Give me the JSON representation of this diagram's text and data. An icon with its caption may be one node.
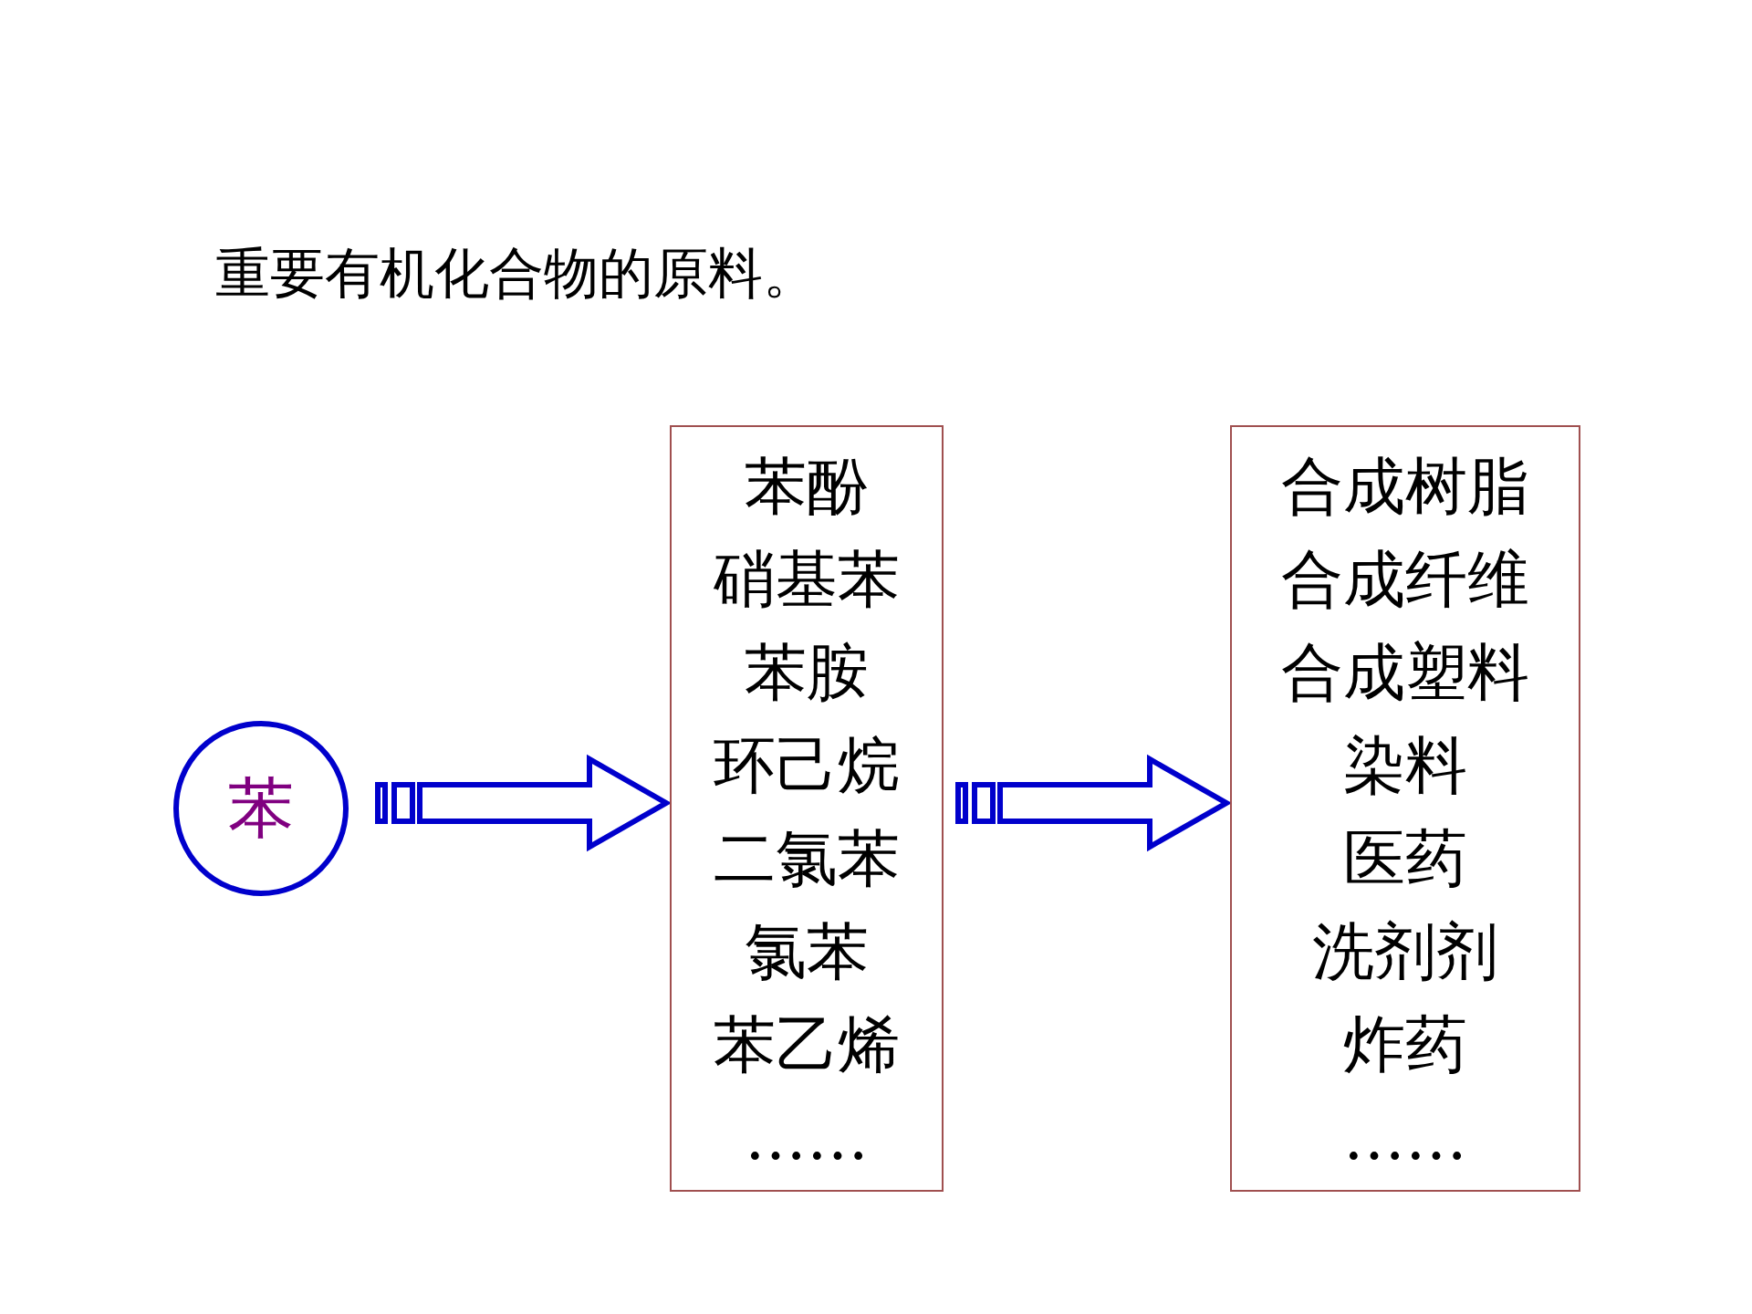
{
  "diagram": {
    "title": "重要有机化合物的原料。",
    "nodes": [
      {
        "text": [
          "苯"
        ]
      },
      {
        "text": [
          "苯酚",
          "硝基苯",
          "苯胺",
          "环己烷",
          "二氯苯",
          "氯苯",
          "苯乙烯",
          "……"
        ]
      },
      {
        "text": [
          "合成树脂",
          "合成纤维",
          "合成塑料",
          "染料",
          "医药",
          "洗剂剂",
          "炸药",
          "……"
        ]
      }
    ],
    "edges": [
      {
        "from": 0,
        "to": 1,
        "arrow": "to"
      },
      {
        "from": 1,
        "to": 2,
        "arrow": "to"
      }
    ]
  }
}
